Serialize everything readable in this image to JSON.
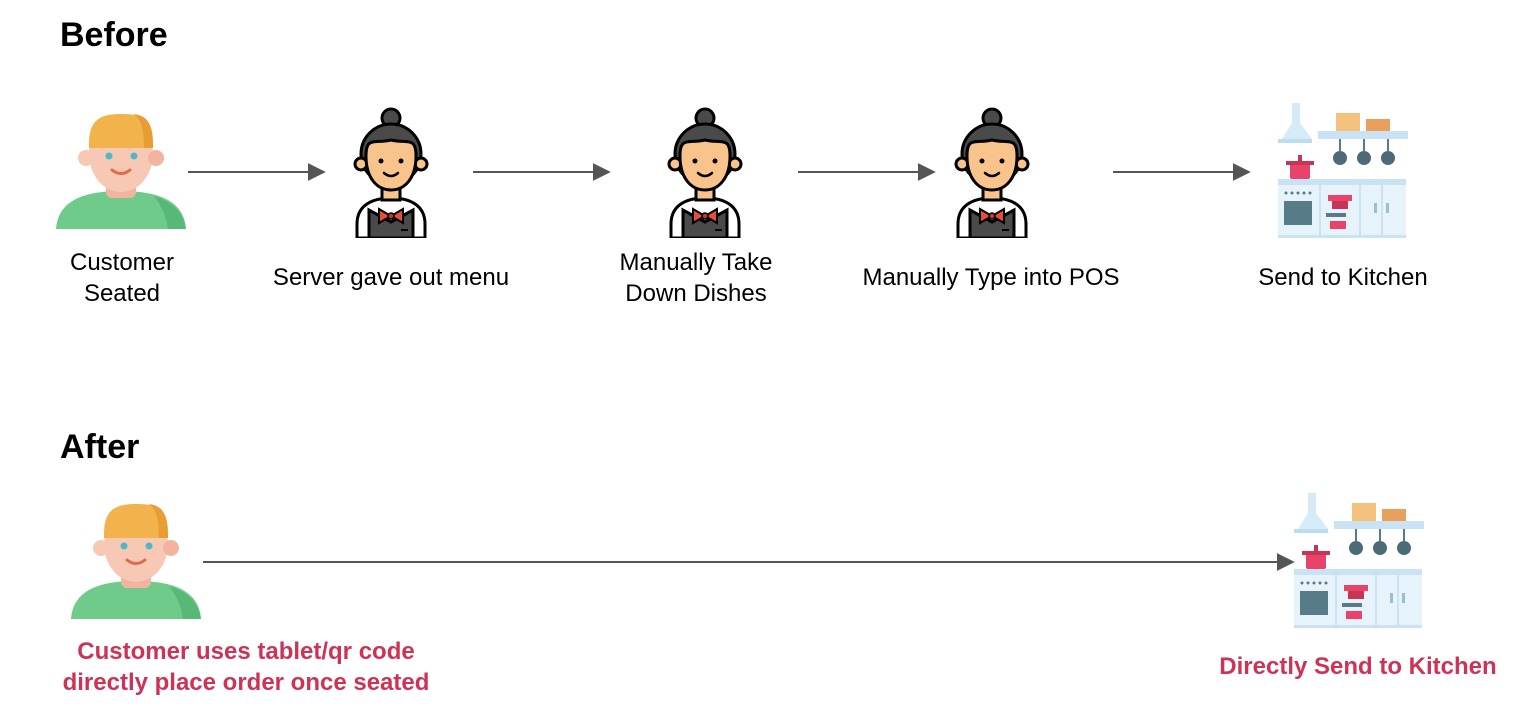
{
  "colors": {
    "highlight": "#cc3355",
    "arrow": "#555555",
    "shirt": "#6ecb8a",
    "hair": "#f2b24c",
    "skin": "#f7c8b4",
    "uniform": "#4a4a4a",
    "bowtie": "#e74c3c",
    "kitchen_blue": "#d6ebf8",
    "kitchen_pink": "#e8436b"
  },
  "before": {
    "title": "Before",
    "steps": [
      {
        "icon": "customer-icon",
        "lines": [
          "Customer",
          "Seated"
        ]
      },
      {
        "icon": "server-icon",
        "lines": [
          "Server gave out menu"
        ]
      },
      {
        "icon": "server-icon",
        "lines": [
          "Manually Take",
          "Down Dishes"
        ]
      },
      {
        "icon": "server-icon",
        "lines": [
          "Manually Type into POS"
        ]
      },
      {
        "icon": "kitchen-icon",
        "lines": [
          "Send to Kitchen"
        ]
      }
    ]
  },
  "after": {
    "title": "After",
    "steps": [
      {
        "icon": "customer-icon",
        "lines": [
          "Customer uses tablet/qr code",
          "directly place order once seated"
        ]
      },
      {
        "icon": "kitchen-icon",
        "lines": [
          "Directly Send to Kitchen"
        ]
      }
    ]
  }
}
